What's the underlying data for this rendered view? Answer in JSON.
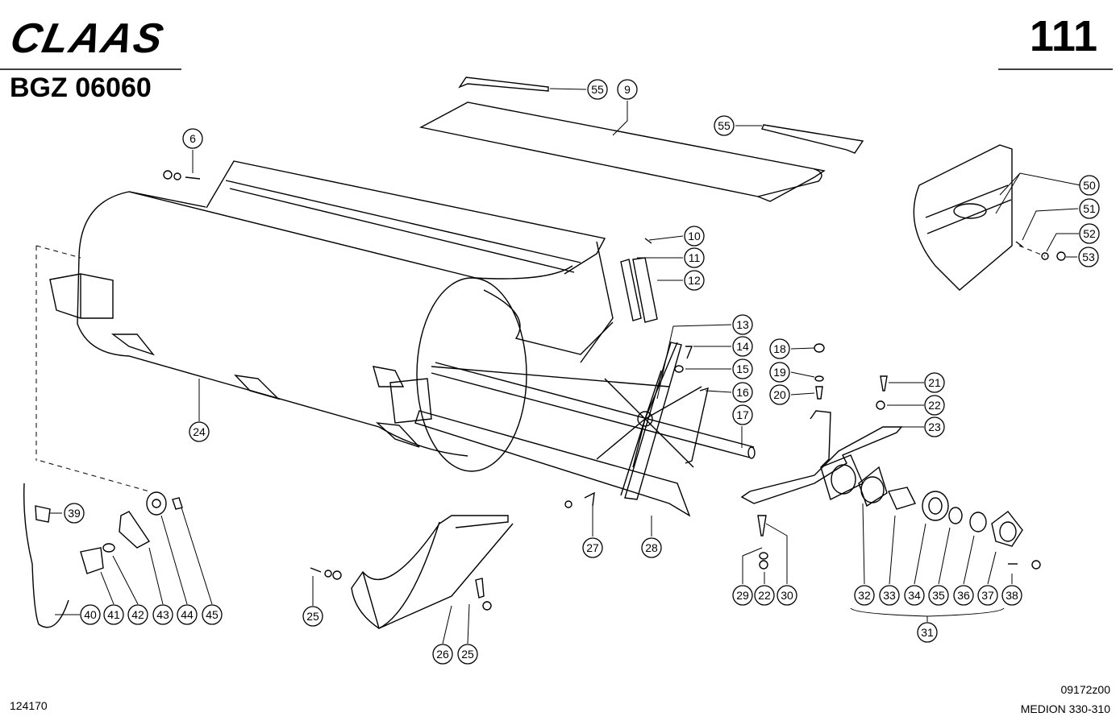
{
  "header": {
    "brand": "CLAAS",
    "page_number": "111",
    "group_code": "BGZ 06060"
  },
  "footer": {
    "left_code": "124170",
    "drawing_ref": "09172z00",
    "model": "MEDION 330-310"
  },
  "callouts": [
    {
      "id": "c55a",
      "label": "55"
    },
    {
      "id": "c9",
      "label": "9"
    },
    {
      "id": "c55b",
      "label": "55"
    },
    {
      "id": "c6",
      "label": "6"
    },
    {
      "id": "c50",
      "label": "50"
    },
    {
      "id": "c51",
      "label": "51"
    },
    {
      "id": "c52",
      "label": "52"
    },
    {
      "id": "c53",
      "label": "53"
    },
    {
      "id": "c10",
      "label": "10"
    },
    {
      "id": "c11",
      "label": "11"
    },
    {
      "id": "c12",
      "label": "12"
    },
    {
      "id": "c13",
      "label": "13"
    },
    {
      "id": "c14",
      "label": "14"
    },
    {
      "id": "c15",
      "label": "15"
    },
    {
      "id": "c16",
      "label": "16"
    },
    {
      "id": "c17",
      "label": "17"
    },
    {
      "id": "c18",
      "label": "18"
    },
    {
      "id": "c19",
      "label": "19"
    },
    {
      "id": "c20",
      "label": "20"
    },
    {
      "id": "c21",
      "label": "21"
    },
    {
      "id": "c22a",
      "label": "22"
    },
    {
      "id": "c23",
      "label": "23"
    },
    {
      "id": "c24",
      "label": "24"
    },
    {
      "id": "c27",
      "label": "27"
    },
    {
      "id": "c28",
      "label": "28"
    },
    {
      "id": "c29",
      "label": "29"
    },
    {
      "id": "c22b",
      "label": "22"
    },
    {
      "id": "c30",
      "label": "30"
    },
    {
      "id": "c32",
      "label": "32"
    },
    {
      "id": "c33",
      "label": "33"
    },
    {
      "id": "c34",
      "label": "34"
    },
    {
      "id": "c35",
      "label": "35"
    },
    {
      "id": "c36",
      "label": "36"
    },
    {
      "id": "c37",
      "label": "37"
    },
    {
      "id": "c38",
      "label": "38"
    },
    {
      "id": "c31",
      "label": "31"
    },
    {
      "id": "c39",
      "label": "39"
    },
    {
      "id": "c40",
      "label": "40"
    },
    {
      "id": "c41",
      "label": "41"
    },
    {
      "id": "c42",
      "label": "42"
    },
    {
      "id": "c43",
      "label": "43"
    },
    {
      "id": "c44",
      "label": "44"
    },
    {
      "id": "c45",
      "label": "45"
    },
    {
      "id": "c25a",
      "label": "25"
    },
    {
      "id": "c26",
      "label": "26"
    },
    {
      "id": "c25b",
      "label": "25"
    }
  ]
}
